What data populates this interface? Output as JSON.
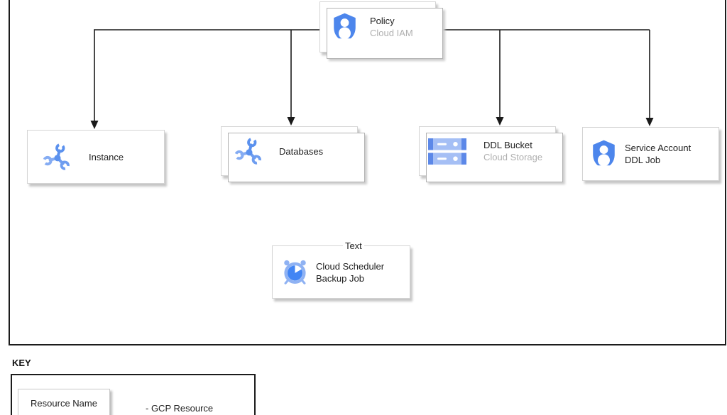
{
  "diagram": {
    "policy": {
      "title": "Policy",
      "subtitle": "Cloud IAM",
      "icon": "iam-shield-icon"
    },
    "instance": {
      "title": "Instance",
      "icon": "spanner-wrench-icon"
    },
    "databases": {
      "title": "Databases",
      "icon": "spanner-wrench-icon"
    },
    "ddl_bucket": {
      "title": "DDL Bucket",
      "subtitle": "Cloud Storage",
      "icon": "cloud-storage-icon"
    },
    "service_account": {
      "title_line1": "Service Account",
      "title_line2": "DDL Job",
      "icon": "iam-shield-icon"
    },
    "scheduler": {
      "label": "Text",
      "title_line1": "Cloud Scheduler",
      "title_line2": "Backup Job",
      "icon": "cloud-scheduler-icon"
    },
    "edges": [
      {
        "from": "policy",
        "to": "instance"
      },
      {
        "from": "policy",
        "to": "databases"
      },
      {
        "from": "policy",
        "to": "ddl_bucket"
      },
      {
        "from": "policy",
        "to": "service_account"
      }
    ]
  },
  "key": {
    "heading": "KEY",
    "sample_box_label": "Resource Name",
    "legend_text": "- GCP Resource"
  },
  "colors": {
    "icon_blue": "#4D86EC",
    "icon_blue_light": "#8FB2F3",
    "storage_bar": "#A5BFF5",
    "storage_cap": "#5C88E8",
    "connector_black": "#1a1a1a"
  }
}
